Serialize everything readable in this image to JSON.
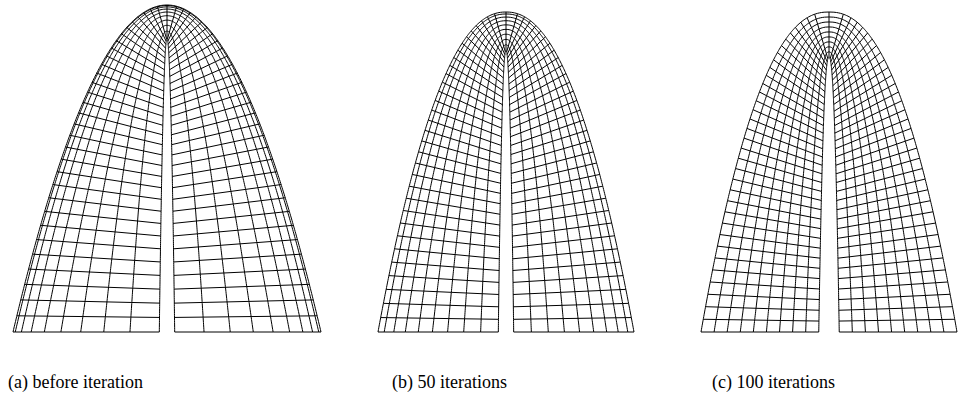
{
  "diagram": {
    "labels": [
      "(a) before iteration",
      "(b) 50 iterations",
      "(c) 100 iterations"
    ]
  }
}
